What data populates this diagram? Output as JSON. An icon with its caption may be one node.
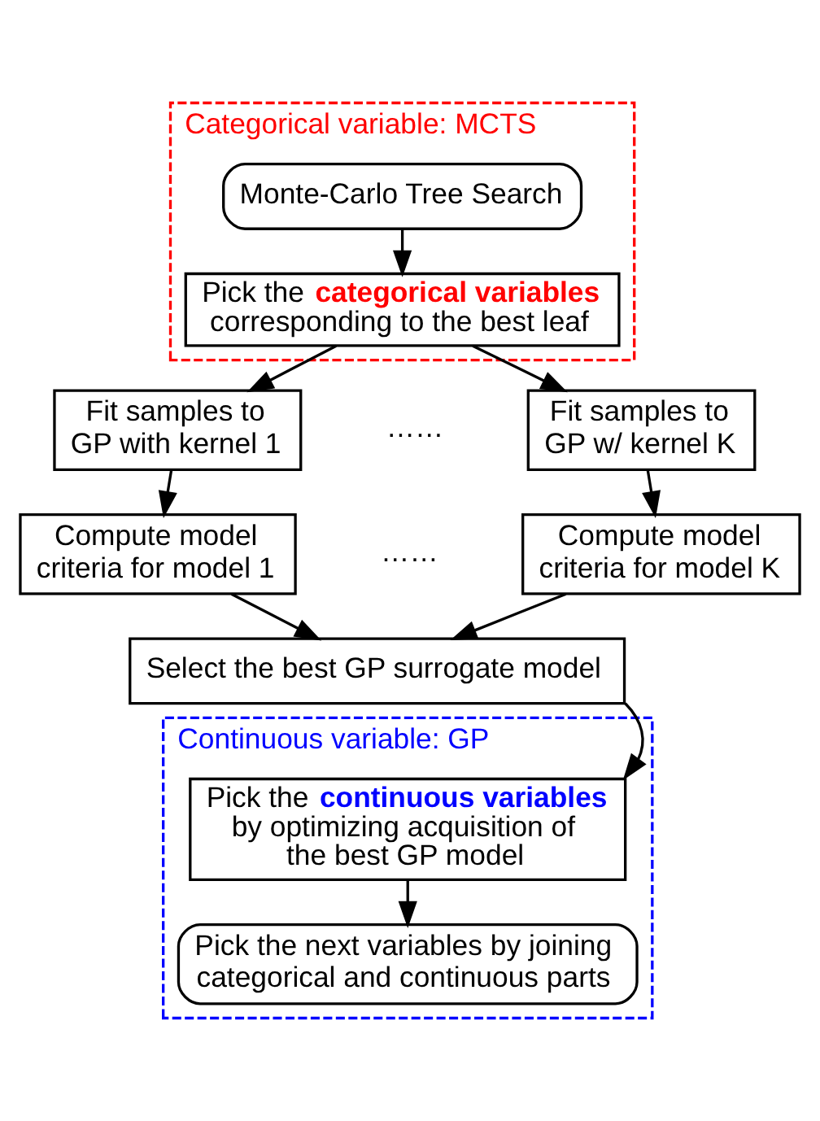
{
  "diagram": {
    "nodes": [
      {
        "text": [
          "Categorical variable: MCTS"
        ]
      },
      {
        "text": [
          "Monte-Carlo Tree Search"
        ],
        "in": 0
      },
      {
        "text": [
          "Pick the **categorical variables** corresponding to the best leaf"
        ],
        "in": 0
      },
      {
        "text": [
          "Fit samples to GP with kernel 1"
        ]
      },
      {
        "text": [
          "Fit samples to GP w/ kernel K"
        ]
      },
      {
        "text": [
          "Compute model criteria for model 1"
        ]
      },
      {
        "text": [
          "Compute model criteria for model K"
        ]
      },
      {
        "text": [
          "Select the best GP surrogate model"
        ]
      },
      {
        "text": [
          "Continuous variable: GP"
        ]
      },
      {
        "text": [
          "Pick the **continuous variables** by optimizing acquisition of the best GP model"
        ],
        "in": 8
      },
      {
        "text": [
          "Pick the next variables by joining categorical and continuous parts"
        ],
        "in": 8
      }
    ],
    "edges": [
      {
        "from": 1,
        "to": 2,
        "arrow": "to"
      },
      {
        "from": 2,
        "to": 3,
        "arrow": "to"
      },
      {
        "from": 2,
        "to": 4,
        "arrow": "to"
      },
      {
        "from": 3,
        "to": 5,
        "arrow": "to"
      },
      {
        "from": 4,
        "to": 6,
        "arrow": "to"
      },
      {
        "from": 5,
        "to": 7,
        "arrow": "to"
      },
      {
        "from": 6,
        "to": 7,
        "arrow": "to"
      },
      {
        "from": 7,
        "to": 9,
        "arrow": "to"
      },
      {
        "from": 9,
        "to": 10,
        "arrow": "to"
      }
    ],
    "labels": [
      "……",
      "……"
    ]
  }
}
